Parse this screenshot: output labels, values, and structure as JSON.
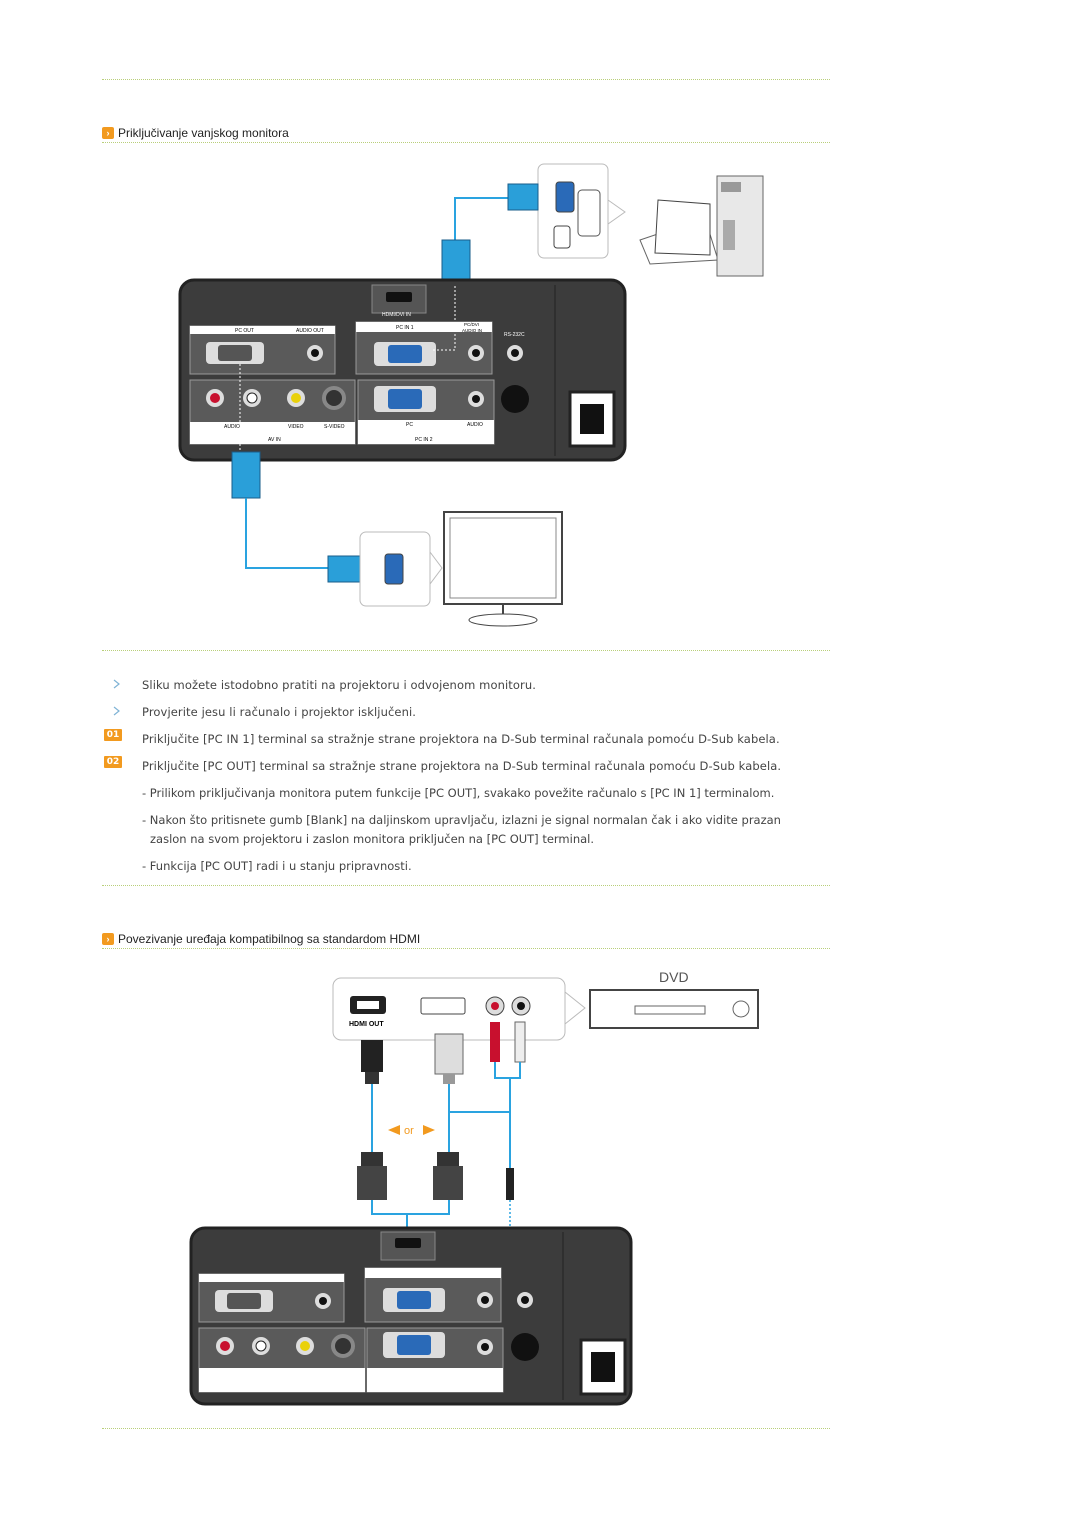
{
  "sections": [
    {
      "title": "Priključivanje vanjskog monitora",
      "figure": {
        "labels": {
          "hdmi_dvi_in": "HDMI/DVI IN",
          "pc_out": "PC OUT",
          "audio_out": "AUDIO OUT",
          "pc_in_1": "PC IN 1",
          "pc_dvi_audio_in_1": "PC/DVI",
          "pc_dvi_audio_in_2": "AUDIO IN",
          "rs232c": "RS-232C",
          "audio": "AUDIO",
          "video": "VIDEO",
          "svideo": "S-VIDEO",
          "av_in": "AV IN",
          "pc": "PC",
          "audio2": "AUDIO",
          "pc_in_2": "PC IN 2"
        }
      }
    },
    {
      "title": "Povezivanje uređaja kompatibilnog sa standardom HDMI",
      "figure": {
        "labels": {
          "hdmi_out": "HDMI OUT",
          "dvd": "DVD",
          "or": "or"
        }
      }
    }
  ],
  "notes": [
    {
      "marker": "bullet",
      "text": "Sliku možete istodobno pratiti na projektoru i odvojenom monitoru."
    },
    {
      "marker": "bullet",
      "text": "Provjerite jesu li računalo i projektor isključeni."
    },
    {
      "marker": "01",
      "text": "Priključite [PC IN 1] terminal sa stražnje strane projektora na D-Sub terminal računala pomoću D-Sub kabela."
    },
    {
      "marker": "02",
      "text": "Priključite [PC OUT] terminal sa stražnje strane projektora na D-Sub terminal računala pomoću D-Sub kabela."
    }
  ],
  "subnotes": [
    "- Prilikom priključivanja monitora putem funkcije [PC OUT], svakako povežite računalo s [PC IN 1] terminalom.",
    "- Nakon što pritisnete gumb [Blank] na daljinskom upravljaču, izlazni je signal normalan čak i ako vidite prazan",
    "zaslon na svom projektoru i zaslon monitora priključen na [PC OUT] terminal.",
    "- Funkcija [PC OUT] radi i u stanju pripravnosti."
  ],
  "colors": {
    "accent": "#f29a1f",
    "divider": "#b9cf7a",
    "cable": "#2aa3e0",
    "panel": "#3c3c3c"
  }
}
